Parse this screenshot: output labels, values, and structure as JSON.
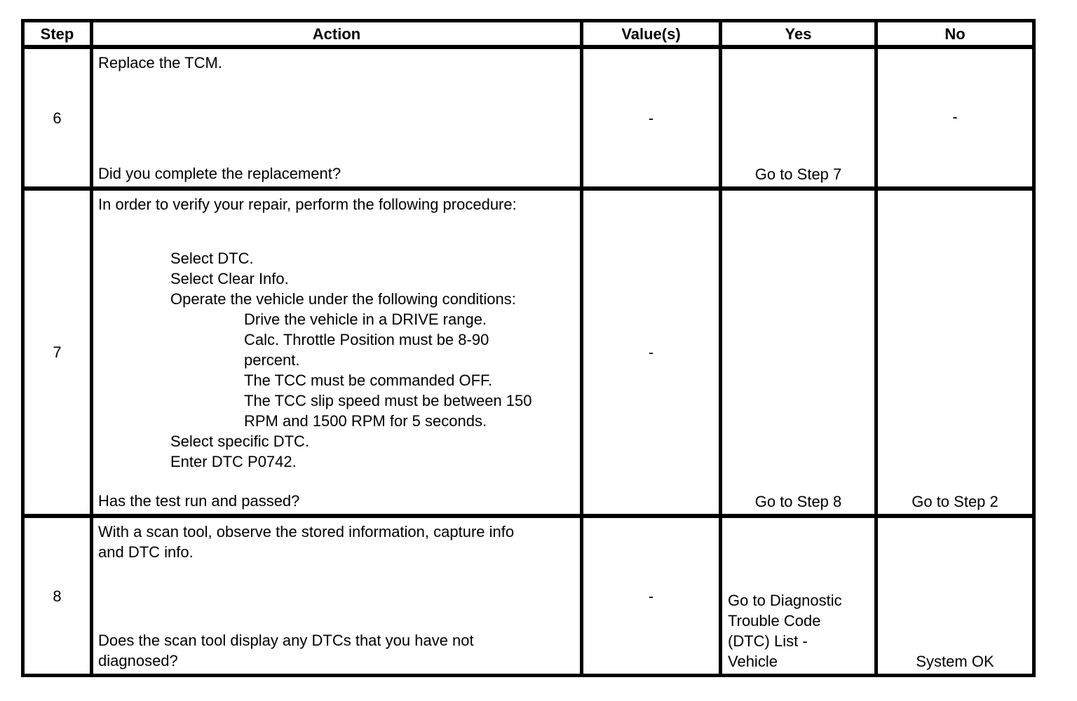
{
  "table": {
    "headers": [
      "Step",
      "Action",
      "Value(s)",
      "Yes",
      "No"
    ],
    "rows": [
      {
        "step": "6",
        "action": {
          "blocks": [
            {
              "indent": 0,
              "gap_after": false,
              "lines": [
                "Replace the TCM."
              ]
            }
          ],
          "question": [
            "Did you complete the replacement?"
          ]
        },
        "value": "-",
        "yes": {
          "lines": [
            "Go to Step 7"
          ],
          "halign": "center",
          "valign": "bottom"
        },
        "no": {
          "lines": [
            "-"
          ],
          "halign": "center",
          "valign": "middle"
        }
      },
      {
        "step": "7",
        "action": {
          "blocks": [
            {
              "indent": 0,
              "gap_after": true,
              "lines": [
                "In order to verify your repair, perform the following procedure:"
              ]
            },
            {
              "indent": 1,
              "gap_after": false,
              "lines": [
                "Select DTC.",
                "Select Clear Info.",
                "Operate the vehicle under the following conditions:"
              ]
            },
            {
              "indent": 2,
              "gap_after": false,
              "lines": [
                "Drive the vehicle in a DRIVE range.",
                "Calc. Throttle Position must be 8-90",
                "percent.",
                "The TCC must be commanded OFF.",
                "The TCC slip speed must be between 150",
                "RPM and 1500 RPM for 5 seconds."
              ]
            },
            {
              "indent": 1,
              "gap_after": false,
              "lines": [
                "Select specific DTC.",
                "Enter DTC P0742."
              ]
            }
          ],
          "question": [
            "Has the test run and passed?"
          ]
        },
        "value": "-",
        "yes": {
          "lines": [
            "Go to Step 8"
          ],
          "halign": "center",
          "valign": "bottom"
        },
        "no": {
          "lines": [
            "Go to Step 2"
          ],
          "halign": "center",
          "valign": "bottom"
        }
      },
      {
        "step": "8",
        "action": {
          "blocks": [
            {
              "indent": 0,
              "gap_after": false,
              "lines": [
                "With a scan tool, observe the stored information, capture info",
                "and DTC info."
              ]
            }
          ],
          "question": [
            "Does the scan tool display any DTCs that you have not",
            "diagnosed?"
          ]
        },
        "value": "-",
        "yes": {
          "lines": [
            "Go to Diagnostic",
            "Trouble Code",
            "(DTC) List -",
            "Vehicle"
          ],
          "halign": "left",
          "valign": "bottom"
        },
        "no": {
          "lines": [
            "System OK"
          ],
          "halign": "center",
          "valign": "bottom"
        }
      }
    ]
  },
  "colors": {
    "border": "#000000",
    "text": "#000000",
    "background": "#ffffff"
  }
}
